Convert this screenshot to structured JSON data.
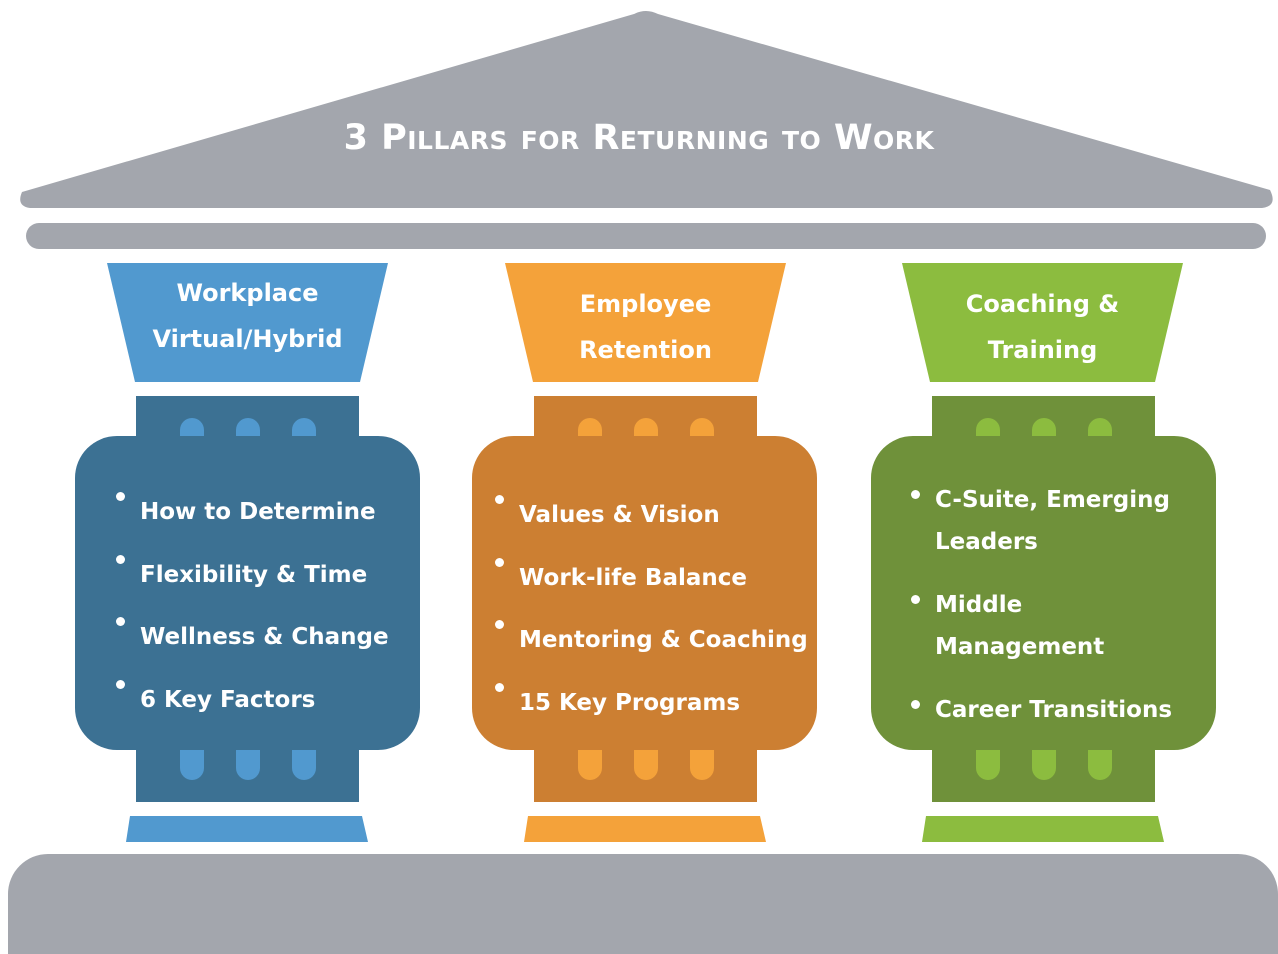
{
  "title": "3 Pillars for Returning to Work",
  "colors": {
    "roof": "#a3a6ad",
    "base": "#a3a6ad",
    "blue_light": "#5199cf",
    "blue_dark": "#3c7193",
    "orange_light": "#f4a23a",
    "orange_dark": "#cc7f32",
    "green_light": "#8cbc3f",
    "green_dark": "#6f913a"
  },
  "pillars": [
    {
      "header_lines": [
        "Workplace",
        "Virtual/Hybrid"
      ],
      "items": [
        "How to Determine",
        "Flexibility & Time",
        "Wellness & Change",
        "6 Key Factors"
      ]
    },
    {
      "header_lines": [
        "Employee",
        "Retention"
      ],
      "items": [
        "Values & Vision",
        "Work-life Balance",
        "Mentoring & Coaching",
        "15 Key Programs"
      ]
    },
    {
      "header_lines": [
        "Coaching &",
        "Training"
      ],
      "items": [
        "C-Suite, Emerging Leaders",
        "Middle Management",
        "Career Transitions"
      ]
    }
  ]
}
